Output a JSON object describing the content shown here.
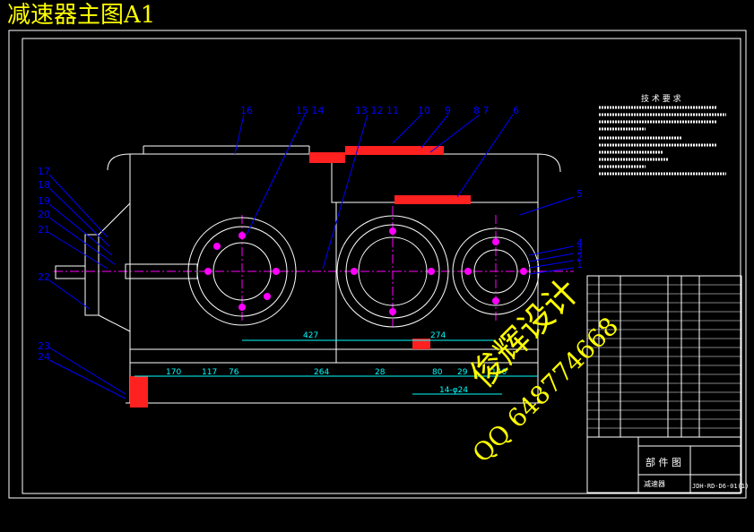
{
  "title": "减速器主图A1",
  "watermark": {
    "line1": "俊辉设计",
    "line2": "QQ 648774668"
  },
  "colors": {
    "background": "#000000",
    "frame": "#ffffff",
    "outline": "#ffffff",
    "leader": "#0000ff",
    "centerline": "#ff00ff",
    "dimension": "#00ffff",
    "hatch": "#ff2020",
    "watermark": "#ffff00"
  },
  "part_callouts": {
    "top": [
      "16",
      "15 14",
      "13 12 11",
      "10",
      "9",
      "8 7",
      "6"
    ],
    "left": [
      "17",
      "18",
      "19",
      "20",
      "21",
      "22",
      "23",
      "24"
    ],
    "right": [
      "5",
      "4",
      "3",
      "2",
      "1"
    ]
  },
  "dimensions": {
    "centers": [
      "427",
      "274"
    ],
    "bottom": [
      "170",
      "117",
      "76",
      "264",
      "28",
      "80",
      "29",
      "140"
    ],
    "overall": "14-φ24"
  },
  "technical_requirements": {
    "heading": "技 术 要 求"
  },
  "title_block": {
    "drawing_type": "部 件 图",
    "part_name": "减速器",
    "drawing_number": "JDH-RD-D6-01(1)"
  },
  "icons": [
    "gear-reducer-assembly-drawing"
  ]
}
